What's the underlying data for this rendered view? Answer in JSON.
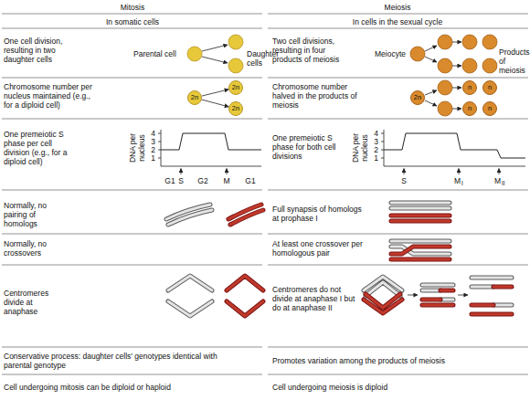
{
  "diagram": {
    "nodes": [
      {
        "text": [
          "2n"
        ]
      },
      {
        "text": [
          "2n"
        ]
      },
      {
        "text": [
          "2n"
        ]
      },
      {
        "text": [
          "2n"
        ]
      },
      {
        "text": [
          "n"
        ]
      },
      {
        "text": [
          "n"
        ]
      },
      {
        "text": [
          "n"
        ]
      },
      {
        "text": [
          "n"
        ]
      }
    ],
    "edges": [
      {
        "from": 0,
        "to": 1,
        "arrow": "to"
      },
      {
        "from": 0,
        "to": 2,
        "arrow": "to"
      }
    ],
    "labels": [
      "Mitosis",
      "Meiosis",
      "In somatic cells",
      "In cells in the sexual cycle",
      "One cell division, resulting in two daughter cells",
      "Parental cell",
      "Daughter cells",
      "Two cell divisions, resulting in four products of meiosis",
      "Meiocyte",
      "Products of meiosis",
      "Chromosome number per nucleus maintained (e.g., for a diploid cell)",
      "Chromosome number halved in the products of meiosis",
      "One premeiotic S phase per cell division (e.g., for a diploid cell)",
      "DNA per nucleus",
      "4",
      "3",
      "2",
      "1",
      "G1",
      "S",
      "G2",
      "M",
      "G1",
      "One premeiotic S phase for both cell divisions",
      "DNA per nucleus",
      "4",
      "3",
      "2",
      "1",
      "S",
      "M",
      "I",
      "M",
      "II",
      "Normally, no pairing of homologs",
      "Full synapsis of homologs at prophase I",
      "Normally, no crossovers",
      "At least one crossover per homologous pair",
      "Centromeres divide at anaphase",
      "Centromeres do not divide at anaphase I but do at anaphase II",
      "Conservative process: daughter cells' genotypes identical with parental genotype",
      "Promotes variation among the products of meiosis",
      "Cell undergoing mitosis can be diploid or haploid",
      "Cell undergoing meiosis is diploid"
    ]
  }
}
